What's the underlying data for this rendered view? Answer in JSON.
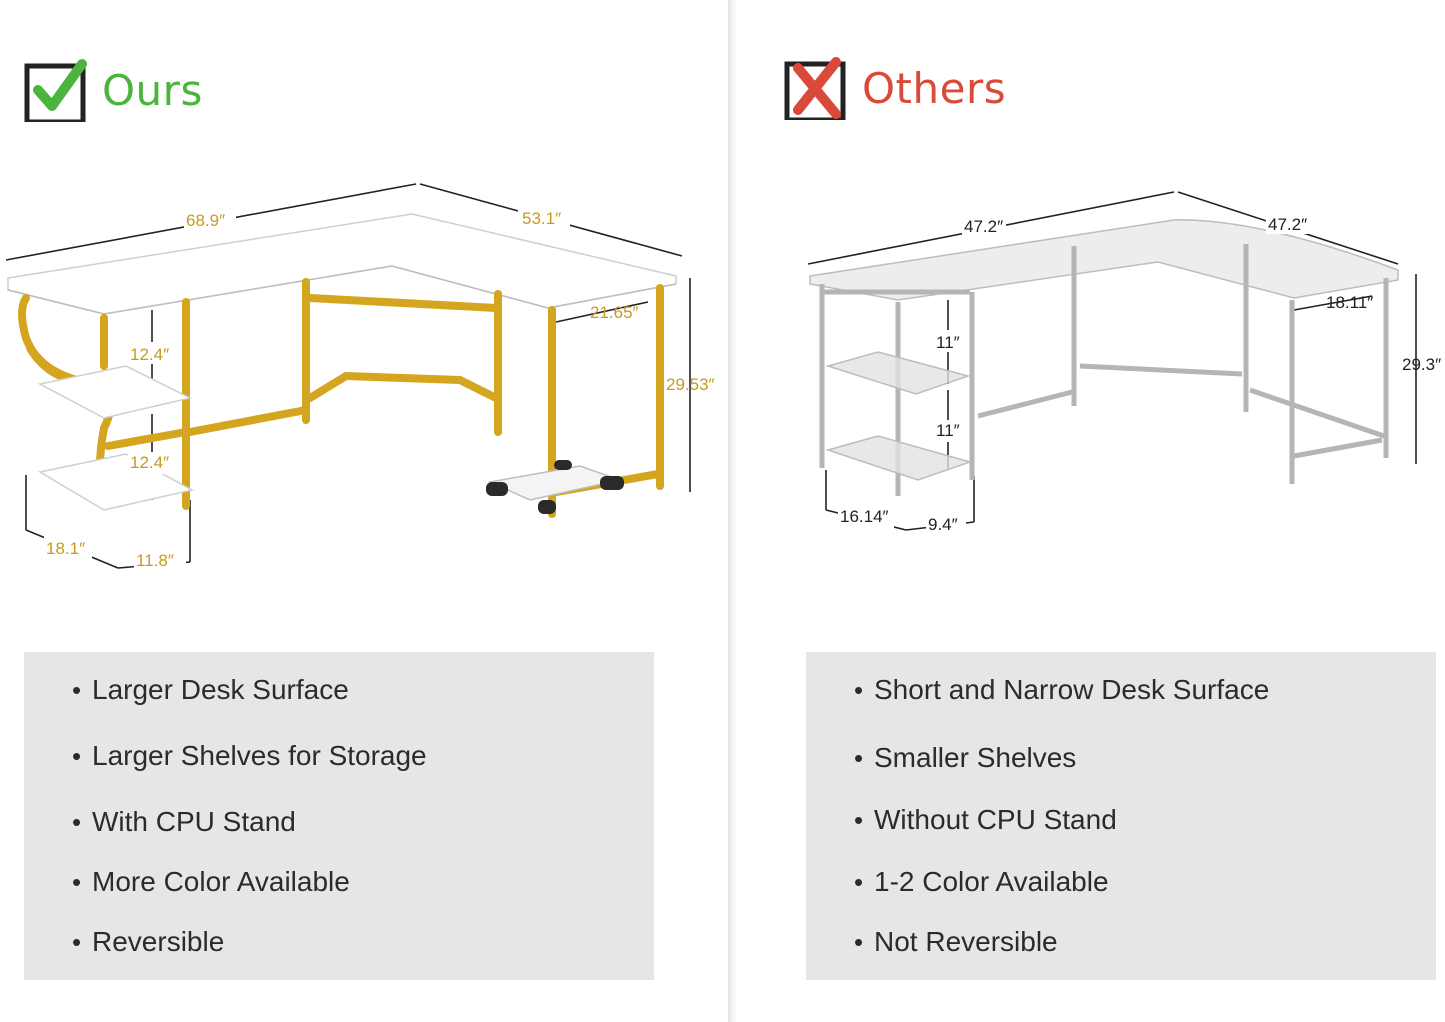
{
  "ours": {
    "title": "Ours",
    "title_color": "#4bb43d",
    "icon": "check-icon",
    "dimensions": {
      "top_length": "68.9″",
      "side_length": "53.1″",
      "depth": "21.65″",
      "height": "29.53″",
      "shelf_gap_upper": "12.4″",
      "shelf_gap_lower": "12.4″",
      "shelf_length": "18.1″",
      "shelf_depth": "11.8″"
    },
    "features": [
      "Larger Desk Surface",
      "Larger Shelves for Storage",
      "With CPU Stand",
      "More Color Available",
      "Reversible"
    ]
  },
  "others": {
    "title": "Others",
    "title_color": "#d94a3a",
    "icon": "cross-icon",
    "dimensions": {
      "top_length": "47.2″",
      "side_length": "47.2″",
      "depth": "18.11″",
      "height": "29.3″",
      "shelf_gap_upper": "11″",
      "shelf_gap_lower": "11″",
      "shelf_length": "16.14″",
      "shelf_depth": "9.4″"
    },
    "features": [
      "Short and Narrow Desk Surface",
      "Smaller Shelves",
      "Without CPU Stand",
      "1-2 Color Available",
      "Not Reversible"
    ]
  },
  "colors": {
    "gold": "#d4a51f",
    "dim_gold": "#c99a1c",
    "dim_grey": "#333333",
    "glass": "#c6c6c6",
    "feature_box": "#e6e6e6"
  }
}
